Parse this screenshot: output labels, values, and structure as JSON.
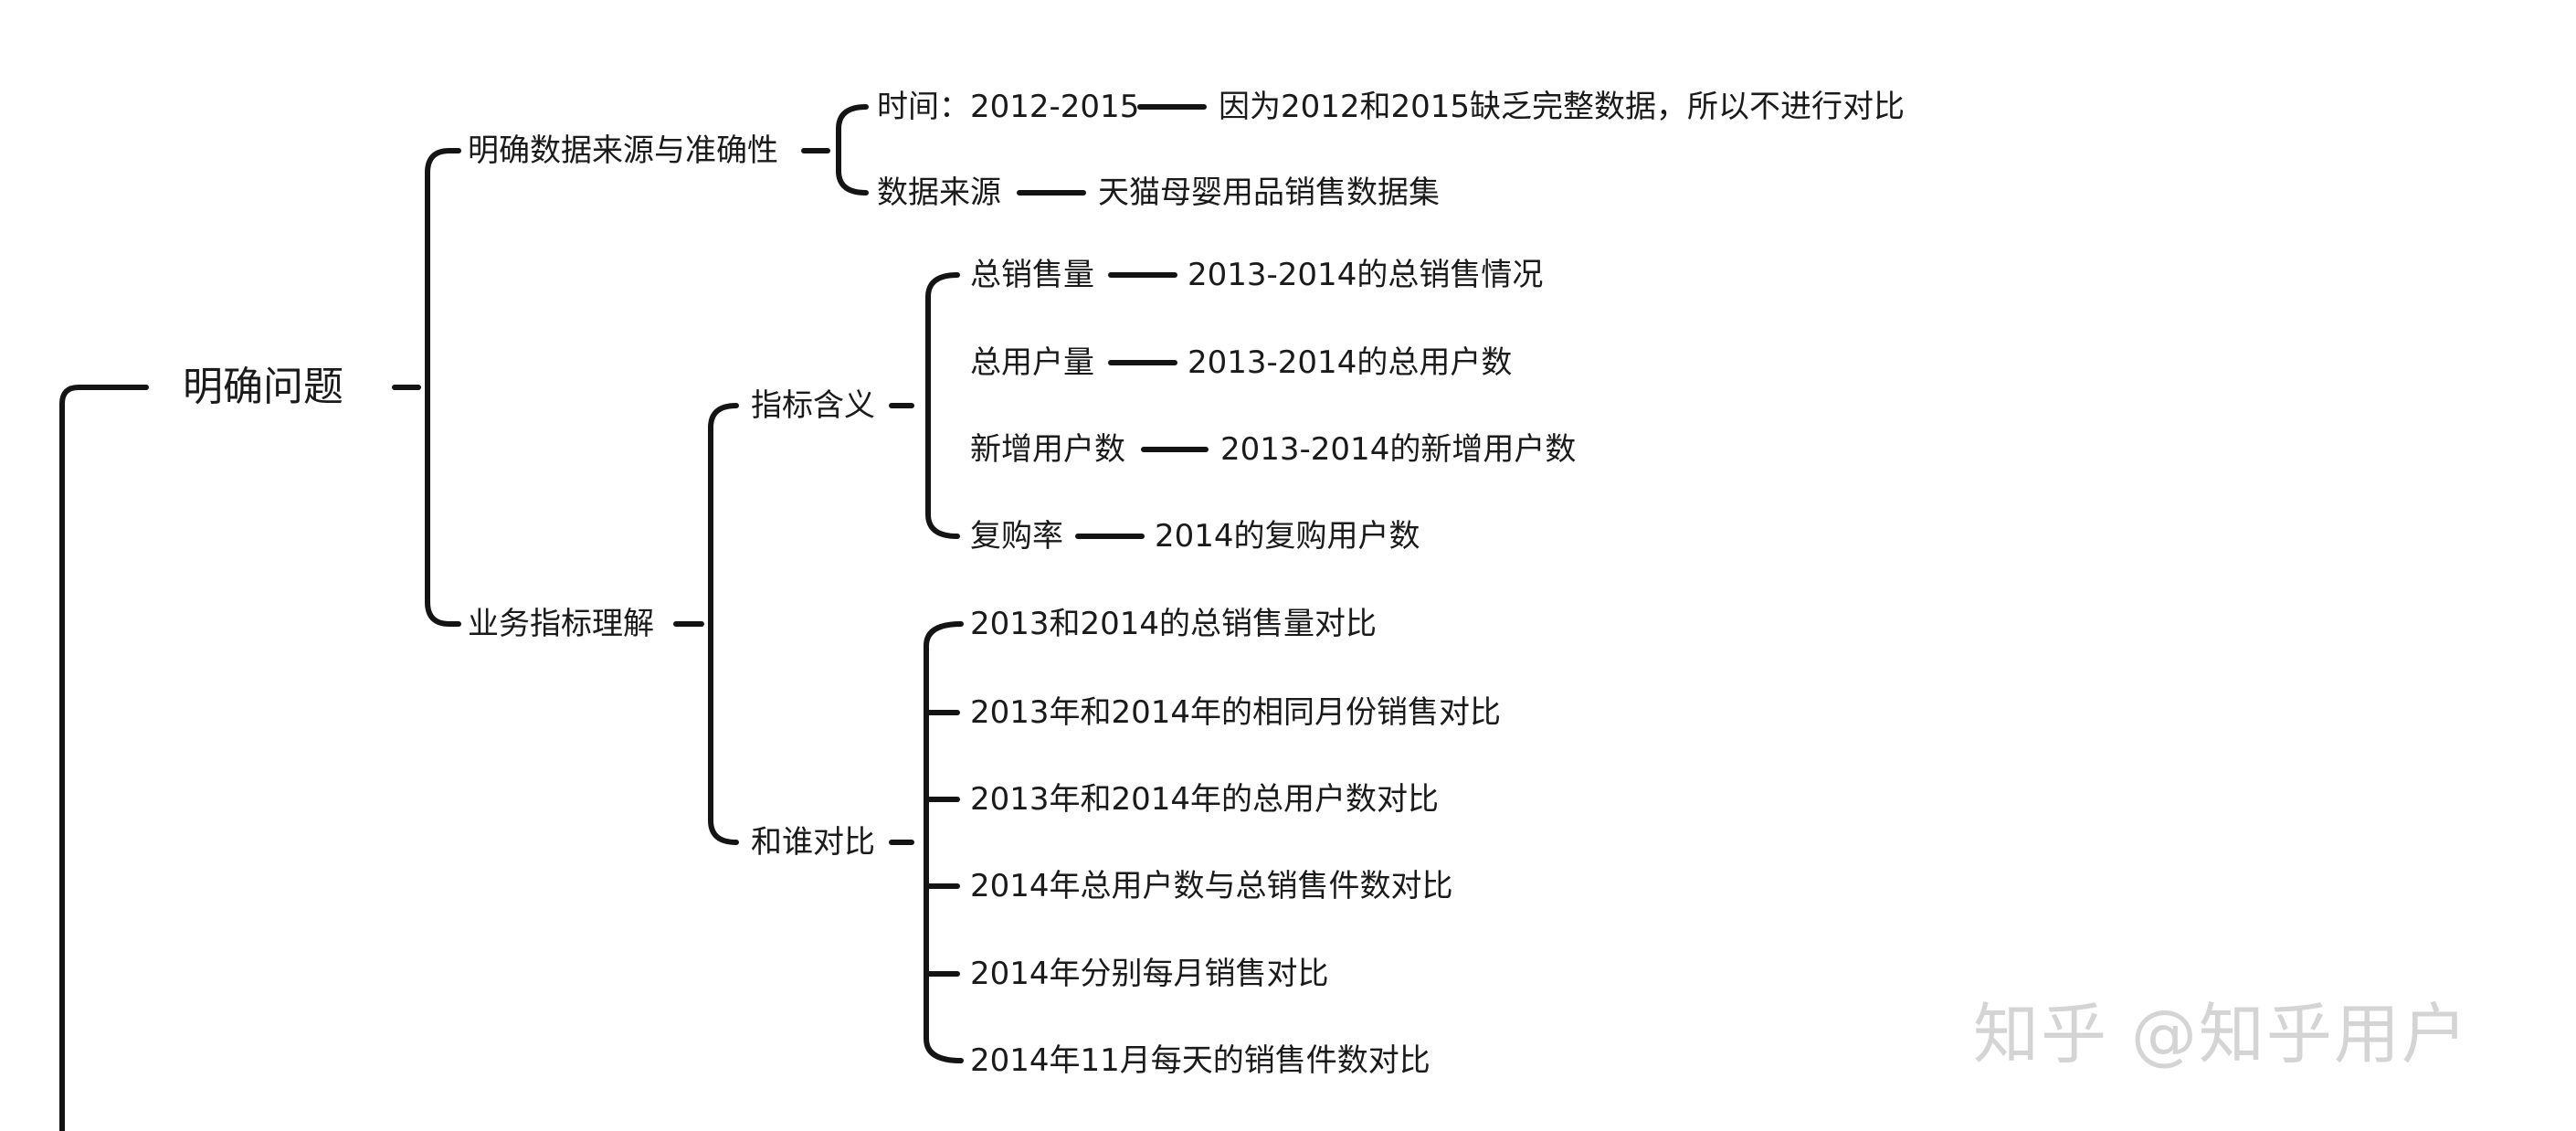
{
  "mindmap": {
    "root": "明确问题",
    "branch1": {
      "label": "明确数据来源与准确性",
      "time": {
        "label": "时间：2012-2015",
        "note": "因为2012和2015缺乏完整数据，所以不进行对比"
      },
      "source": {
        "label": "数据来源",
        "note": "天猫母婴用品销售数据集"
      }
    },
    "branch2": {
      "label": "业务指标理解",
      "metrics": {
        "label": "指标含义",
        "items": [
          {
            "label": "总销售量",
            "note": "2013-2014的总销售情况"
          },
          {
            "label": "总用户量",
            "note": "2013-2014的总用户数"
          },
          {
            "label": "新增用户数",
            "note": "2013-2014的新增用户数"
          },
          {
            "label": "复购率",
            "note": "2014的复购用户数"
          }
        ]
      },
      "compare": {
        "label": "和谁对比",
        "items": [
          "2013和2014的总销售量对比",
          "2013年和2014年的相同月份销售对比",
          "2013年和2014年的总用户数对比",
          "2014年总用户数与总销售件数对比",
          "2014年分别每月销售对比",
          "2014年11月每天的销售件数对比"
        ]
      }
    }
  },
  "watermark": "知乎 @知乎用户"
}
